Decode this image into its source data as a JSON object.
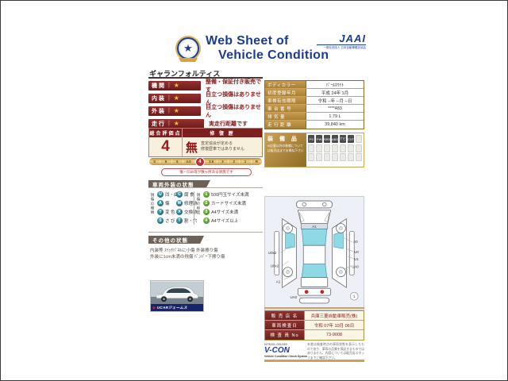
{
  "colors": {
    "navy": "#1b3c8c",
    "maroon": "#8b2020",
    "gold": "#c9a35a",
    "teal": "#1f7f8f",
    "green": "#5aa62e",
    "cream": "#f6f0dc"
  },
  "header": {
    "title_line1": "Web Sheet of",
    "title_line2": "Vehicle Condition",
    "emblem_star": "★",
    "jaai": "JAAI",
    "jaai_sub": "一般社団法人 日本自動車鑑定協会"
  },
  "vehicle": {
    "name": "ギャランフォルティス",
    "ratings": [
      {
        "label": "機 関",
        "star": "★",
        "desc": "整備・保証付き販売です"
      },
      {
        "label": "内 装",
        "star": "★",
        "desc": "目立つ損傷はありません"
      },
      {
        "label": "外 装",
        "star": "★",
        "desc": "目立つ損傷はありません"
      },
      {
        "label": "走 行",
        "star": "★",
        "desc": "実走行距離です"
      }
    ]
  },
  "evaluation": {
    "score_header": "総合評価点",
    "repair_header": "修 復 歴",
    "score": "4",
    "repair_value": "無",
    "repair_note1": "査定協会が定める",
    "repair_note2": "修復歴車ではありません",
    "scale": [
      "S",
      "6",
      "5",
      "4.5",
      "4",
      "3.5",
      "3",
      "2",
      "1",
      "R"
    ],
    "scale_current": "4",
    "scale_note": "傷・凹み等が数ヶ所ある状態です"
  },
  "details": {
    "rows": [
      {
        "label": "ボディカラー",
        "value": "ﾊﾟｰﾙﾎﾜｲﾄ"
      },
      {
        "label": "初度登録年月",
        "value": "平成 24年 1月"
      },
      {
        "label": "車検有効期限",
        "value": "令和 --年 --月 --日"
      },
      {
        "label": "車 台 番 号",
        "value": "****483"
      },
      {
        "label": "排  気  量",
        "value": "1.79 L"
      },
      {
        "label": "走 行 距 離",
        "value": "39,840 km"
      }
    ]
  },
  "equipment": {
    "title": "装 備 品",
    "note": "※記載以外の装備については販売店までお尋ね下さい",
    "badges": [
      "PS",
      "PW",
      "SRS",
      "ABS",
      "ナビ",
      "CVT"
    ]
  },
  "exterior": {
    "section_title": "車両外装の状態",
    "type_title": "損傷の種類",
    "types": [
      {
        "code": "U",
        "label": "凹・曲"
      },
      {
        "code": "A",
        "label": "傷"
      },
      {
        "code": "Y",
        "label": "変 色"
      },
      {
        "code": "S",
        "label": "さ び"
      },
      {
        "code": "C",
        "label": "腐 食"
      },
      {
        "code": "W",
        "label": "修理跡"
      },
      {
        "code": "X",
        "label": "交換跡"
      },
      {
        "code": "T",
        "label": "割・穴"
      }
    ],
    "degree_title": "損傷の程度",
    "degrees": [
      {
        "code": "1",
        "label": "500円玉サイズ未満"
      },
      {
        "code": "2",
        "label": "カードサイズ未満"
      },
      {
        "code": "3",
        "label": "A4サイズ未満"
      },
      {
        "code": "4",
        "label": "A4サイズ以上"
      }
    ]
  },
  "other": {
    "section_title": "その他の状態",
    "line1": "内装等 ｽｲｯﾁﾊﾟﾈﾙに小傷 外装擦り傷",
    "line2": "外装に1cm未満の飛傷 ﾊﾞﾝﾊﾟｰ下擦り傷"
  },
  "diagram": {
    "roof_label": "A1",
    "left_labels": [
      "U0x2",
      "U0x2",
      "A1"
    ],
    "right_labels": [
      "A0",
      "U0",
      "U1",
      "UA0"
    ],
    "bottom_label": "UA0",
    "corner_circle": "1"
  },
  "photo": {
    "banner": "UCARジェームス"
  },
  "dealer": {
    "rows": [
      {
        "label": "販 売 店 名",
        "value": "兵庫三菱自動車販売(株)"
      },
      {
        "label": "車両検査日",
        "value": "令和 07年 10月 06日"
      },
      {
        "label": "検 査 員 No",
        "value": "73-9008"
      }
    ]
  },
  "footer": {
    "serial": "N73001-001285",
    "vcon": "V-CON",
    "vcon_sub": "Vehicle Condition Check System",
    "disclaimer": "本書は検査時点の車両状態を表示したものであり、車両の品質を保証するものではありません。内容については販売店スタッフまでご確認下さい。"
  }
}
